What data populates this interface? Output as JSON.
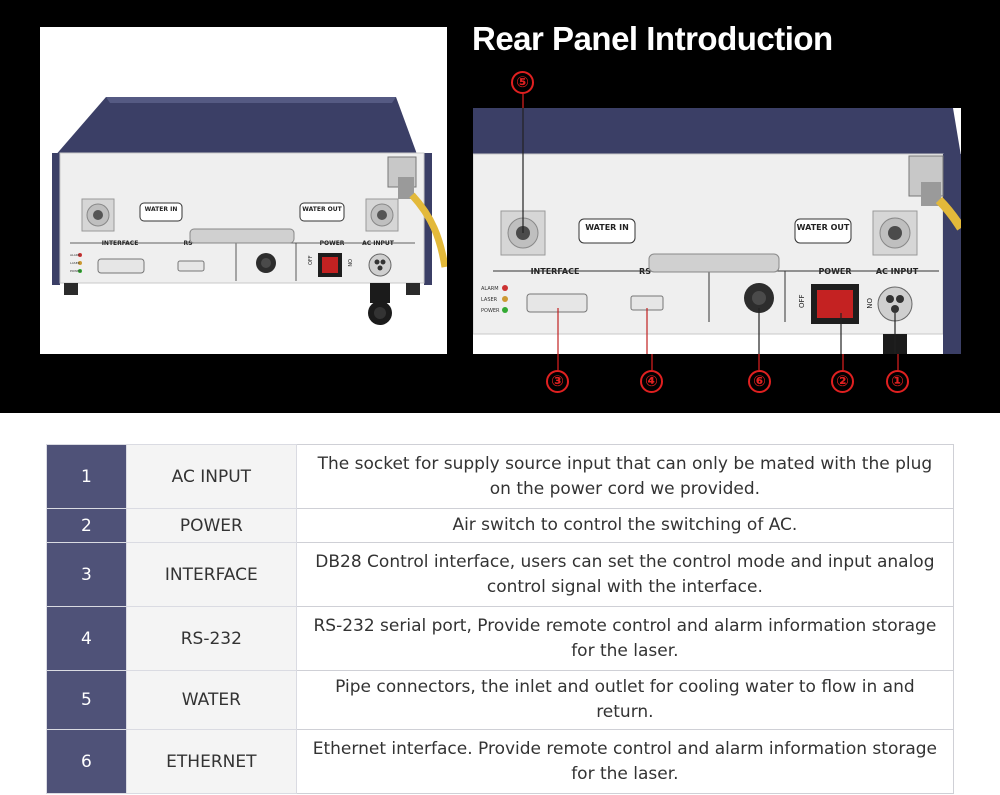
{
  "title": "Rear Panel Introduction",
  "left_photo": {
    "labels": [
      "WATER IN",
      "WATER OUT",
      "INTERFACE",
      "RS",
      "POWER",
      "AC INPUT",
      "OFF",
      "ON",
      "ALARM",
      "LASER",
      "POWER"
    ]
  },
  "right_photo": {
    "labels": [
      "WATER IN",
      "WATER OUT",
      "INTERFACE",
      "RS",
      "POWER",
      "AC INPUT",
      "OFF",
      "ON",
      "ALARM",
      "LASER",
      "POWER"
    ]
  },
  "callouts": [
    "①",
    "②",
    "③",
    "④",
    "⑤",
    "⑥"
  ],
  "colors": {
    "background_top": "#000000",
    "chassis_top": "#3f4466",
    "panel": "#eeeeee",
    "callout": "#e02020",
    "table_num_bg": "#4f5278",
    "table_name_bg": "#f4f4f4"
  },
  "table": {
    "rows": [
      {
        "num": "1",
        "name": "AC INPUT",
        "desc": "The socket for supply source input that can only be mated with the plug on the power cord we provided."
      },
      {
        "num": "2",
        "name": "POWER",
        "desc": "Air switch to control the switching of AC."
      },
      {
        "num": "3",
        "name": "INTERFACE",
        "desc": "DB28 Control interface, users can set the control mode and input analog control signal with the interface."
      },
      {
        "num": "4",
        "name": "RS-232",
        "desc": "RS-232 serial port, Provide remote control and alarm information storage for the laser."
      },
      {
        "num": "5",
        "name": "WATER",
        "desc": "Pipe connectors, the inlet and outlet for cooling water to flow in and return."
      },
      {
        "num": "6",
        "name": "ETHERNET",
        "desc": "Ethernet interface. Provide remote control and alarm information storage for the laser."
      }
    ]
  }
}
